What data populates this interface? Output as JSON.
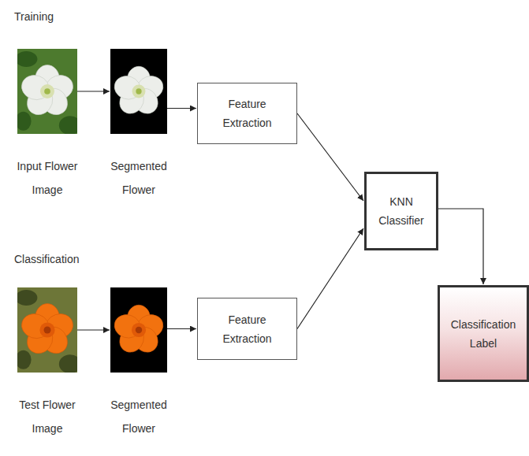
{
  "diagram": {
    "nodes": [
      {
        "text": [
          "Input Flower Image"
        ]
      },
      {
        "text": [
          "Segmented Flower"
        ]
      },
      {
        "text": [
          "Feature Extraction"
        ]
      },
      {
        "text": [
          "Test Flower Image"
        ]
      },
      {
        "text": [
          "Segmented Flower"
        ]
      },
      {
        "text": [
          "Feature Extraction"
        ]
      },
      {
        "text": [
          "KNN Classifier"
        ]
      },
      {
        "text": [
          "Classification Label"
        ]
      }
    ],
    "edges": [
      {
        "from": 0,
        "to": 1,
        "arrow": "to"
      },
      {
        "from": 1,
        "to": 2,
        "arrow": "to"
      },
      {
        "from": 2,
        "to": 6,
        "arrow": "to"
      },
      {
        "from": 3,
        "to": 4,
        "arrow": "to"
      },
      {
        "from": 4,
        "to": 5,
        "arrow": "to"
      },
      {
        "from": 5,
        "to": 6,
        "arrow": "to"
      },
      {
        "from": 6,
        "to": 7,
        "arrow": "to"
      }
    ],
    "labels": [
      "Training",
      "Classification"
    ]
  }
}
